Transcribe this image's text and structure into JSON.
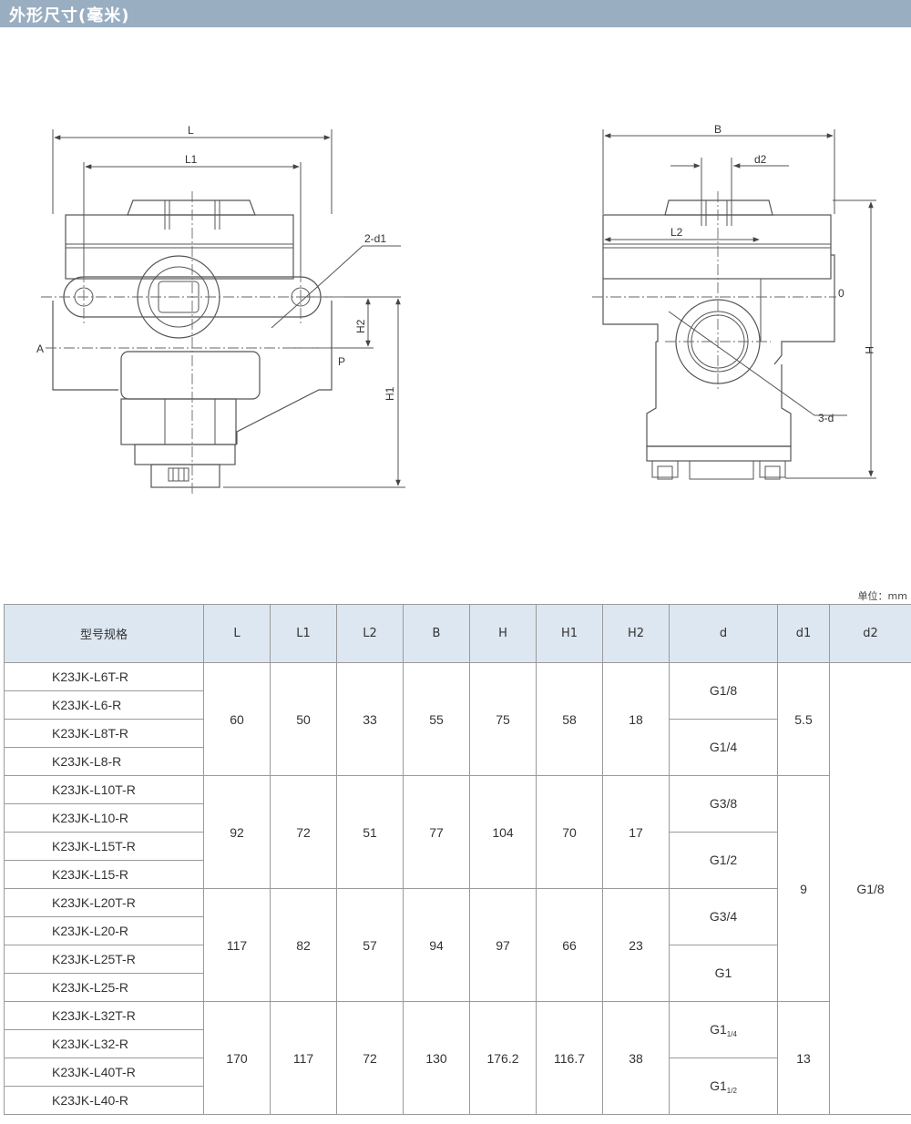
{
  "header": {
    "title": "外形尺寸(毫米)"
  },
  "drawing": {
    "front_labels": {
      "L": "L",
      "L1": "L1",
      "d1": "2-d1",
      "H2": "H2",
      "H1": "H1",
      "A": "A",
      "P": "P"
    },
    "side_labels": {
      "B": "B",
      "d2": "d2",
      "L2": "L2",
      "O": "0",
      "H": "H",
      "d": "3-d"
    }
  },
  "unit_note": "单位：mm",
  "table": {
    "headers": [
      "型号规格",
      "L",
      "L1",
      "L2",
      "B",
      "H",
      "H1",
      "H2",
      "d",
      "d1",
      "d2"
    ],
    "models": [
      "K23JK-L6T-R",
      "K23JK-L6-R",
      "K23JK-L8T-R",
      "K23JK-L8-R",
      "K23JK-L10T-R",
      "K23JK-L10-R",
      "K23JK-L15T-R",
      "K23JK-L15-R",
      "K23JK-L20T-R",
      "K23JK-L20-R",
      "K23JK-L25T-R",
      "K23JK-L25-R",
      "K23JK-L32T-R",
      "K23JK-L32-R",
      "K23JK-L40T-R",
      "K23JK-L40-R"
    ],
    "groups": [
      {
        "L": "60",
        "L1": "50",
        "L2": "33",
        "B": "55",
        "H": "75",
        "H1": "58",
        "H2": "18"
      },
      {
        "L": "92",
        "L1": "72",
        "L2": "51",
        "B": "77",
        "H": "104",
        "H1": "70",
        "H2": "17"
      },
      {
        "L": "117",
        "L1": "82",
        "L2": "57",
        "B": "94",
        "H": "97",
        "H1": "66",
        "H2": "23"
      },
      {
        "L": "170",
        "L1": "117",
        "L2": "72",
        "B": "130",
        "H": "176.2",
        "H1": "116.7",
        "H2": "38"
      }
    ],
    "d": [
      {
        "main": "G1/8",
        "sub": ""
      },
      {
        "main": "G1/4",
        "sub": ""
      },
      {
        "main": "G3/8",
        "sub": ""
      },
      {
        "main": "G1/2",
        "sub": ""
      },
      {
        "main": "G3/4",
        "sub": ""
      },
      {
        "main": "G1",
        "sub": ""
      },
      {
        "main": "G1",
        "sub": "1/4"
      },
      {
        "main": "G1",
        "sub": "1/2"
      }
    ],
    "d1": [
      "5.5",
      "9",
      "13"
    ],
    "d2": "G1/8"
  }
}
